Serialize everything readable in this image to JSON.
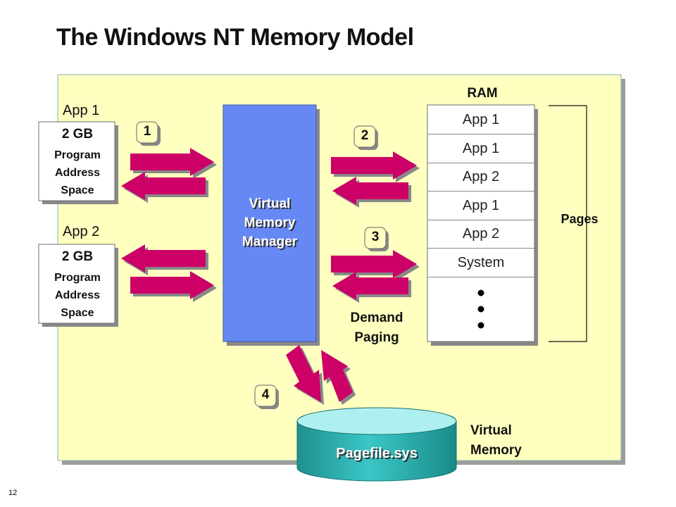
{
  "title": "The Windows NT Memory Model",
  "page_number": "12",
  "apps": [
    {
      "label": "App 1",
      "size": "2 GB",
      "line1": "Program",
      "line2": "Address",
      "line3": "Space"
    },
    {
      "label": "App 2",
      "size": "2 GB",
      "line1": "Program",
      "line2": "Address",
      "line3": "Space"
    }
  ],
  "vmm": {
    "line1": "Virtual",
    "line2": "Memory",
    "line3": "Manager"
  },
  "ram": {
    "header": "RAM",
    "cells": [
      "App 1",
      "App 1",
      "App 2",
      "App 1",
      "App 2",
      "System"
    ],
    "pages_label": "Pages"
  },
  "steps": [
    "1",
    "2",
    "3",
    "4"
  ],
  "demand_paging": {
    "line1": "Demand",
    "line2": "Paging"
  },
  "pagefile": "Pagefile.sys",
  "virtual_memory": {
    "line1": "Virtual",
    "line2": "Memory"
  },
  "colors": {
    "background_panel": "#ffffc0",
    "vmm_box": "#6688f4",
    "arrow": "#cc0066",
    "cylinder": "#2ab0b0",
    "cylinder_top": "#aef0f0",
    "badge": "#ffffc0"
  }
}
